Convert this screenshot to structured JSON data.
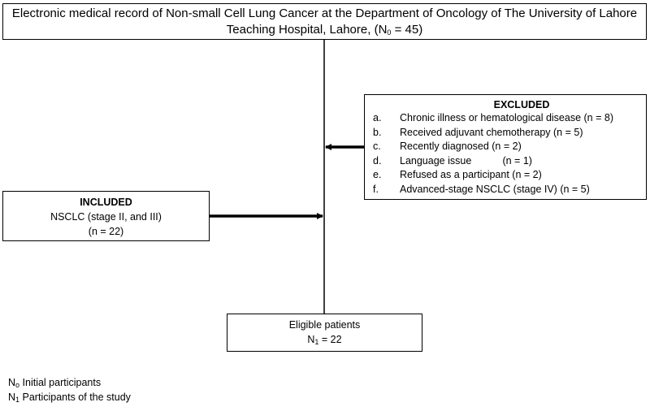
{
  "top": {
    "line1": "Electronic medical record of Non-small Cell Lung Cancer at the Department of Oncology of The University of Lahore",
    "line2_prefix": "Teaching Hospital, Lahore, (N",
    "line2_sub": "0",
    "line2_suffix": " = 45)"
  },
  "excluded": {
    "title": "EXCLUDED",
    "items": [
      {
        "letter": "a.",
        "text": "Chronic illness or hematological disease (n = 8)"
      },
      {
        "letter": "b.",
        "text": "Received adjuvant chemotherapy (n = 5)"
      },
      {
        "letter": "c.",
        "text": "Recently diagnosed (n = 2)"
      },
      {
        "letter": "d.",
        "text": "Language issue           (n = 1)"
      },
      {
        "letter": "e.",
        "text": "Refused as a participant (n = 2)"
      },
      {
        "letter": "f.",
        "text": "Advanced-stage NSCLC (stage IV) (n = 5)"
      }
    ]
  },
  "included": {
    "title": "INCLUDED",
    "line1": "NSCLC (stage II, and III)",
    "line2": "(n = 22)"
  },
  "eligible": {
    "line1": "Eligible patients",
    "line2_prefix": "N",
    "line2_sub": "1",
    "line2_suffix": " = 22"
  },
  "legend": [
    {
      "symbol": "N",
      "sub": "o",
      "text": " Initial participants"
    },
    {
      "symbol": "N",
      "sub": "1",
      "text": " Participants of the study"
    }
  ]
}
